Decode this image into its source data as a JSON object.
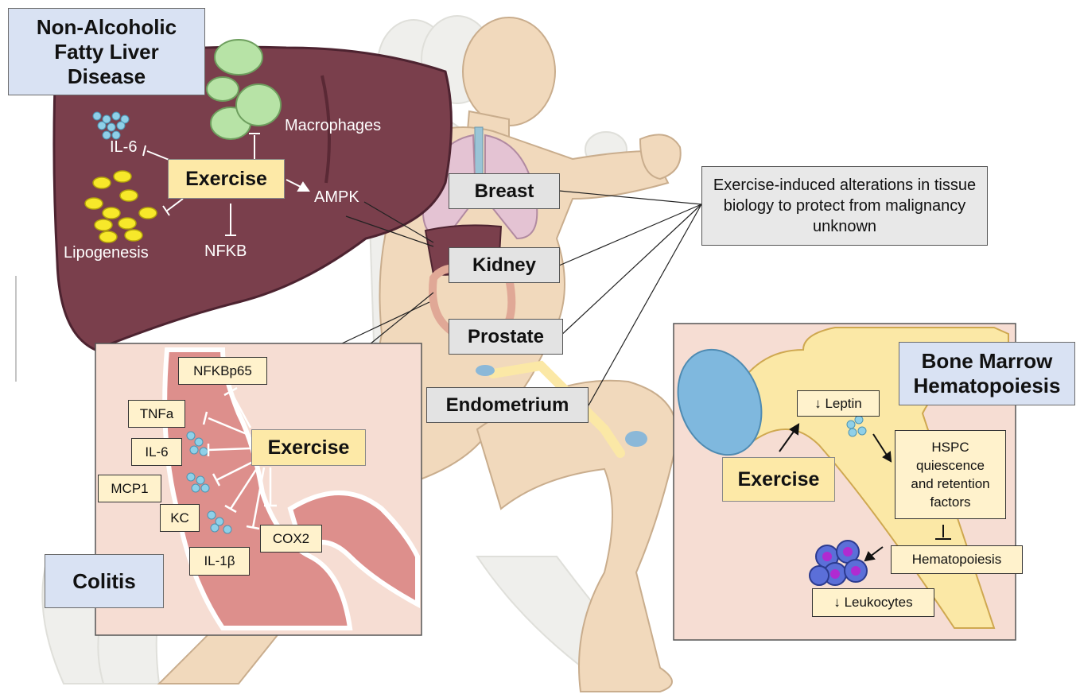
{
  "titles": {
    "nafld": "Non-Alcoholic Fatty Liver Disease",
    "colitis": "Colitis",
    "bone_marrow": "Bone Marrow Hematopoiesis"
  },
  "liver": {
    "exercise": "Exercise",
    "il6": "IL-6",
    "macrophages": "Macrophages",
    "ampk": "AMPK",
    "nfkb": "NFKB",
    "lipogenesis": "Lipogenesis"
  },
  "organs": {
    "breast": "Breast",
    "kidney": "Kidney",
    "prostate": "Prostate",
    "endometrium": "Endometrium"
  },
  "note": "Exercise-induced alterations in tissue biology to protect from malignancy unknown",
  "colitis": {
    "exercise": "Exercise",
    "nfkbp65": "NFKBp65",
    "tnfa": "TNFa",
    "il6": "IL-6",
    "mcp1": "MCP1",
    "kc": "KC",
    "cox2": "COX2",
    "il1b": "IL-1β"
  },
  "bone": {
    "exercise": "Exercise",
    "leptin": "↓ Leptin",
    "hspc": "HSPC quiescence and retention factors",
    "hematopoiesis": "Hematopoiesis",
    "leukocytes": "↓ Leukocytes"
  },
  "colors": {
    "liver": "#7a3f4c",
    "panel": "#f6ddd3",
    "skin": "#f1d9bc",
    "bone": "#fbe8a6",
    "highlight_box": "#fde9a7",
    "label_box": "#fff2cc",
    "title_box": "#d9e2f3"
  }
}
